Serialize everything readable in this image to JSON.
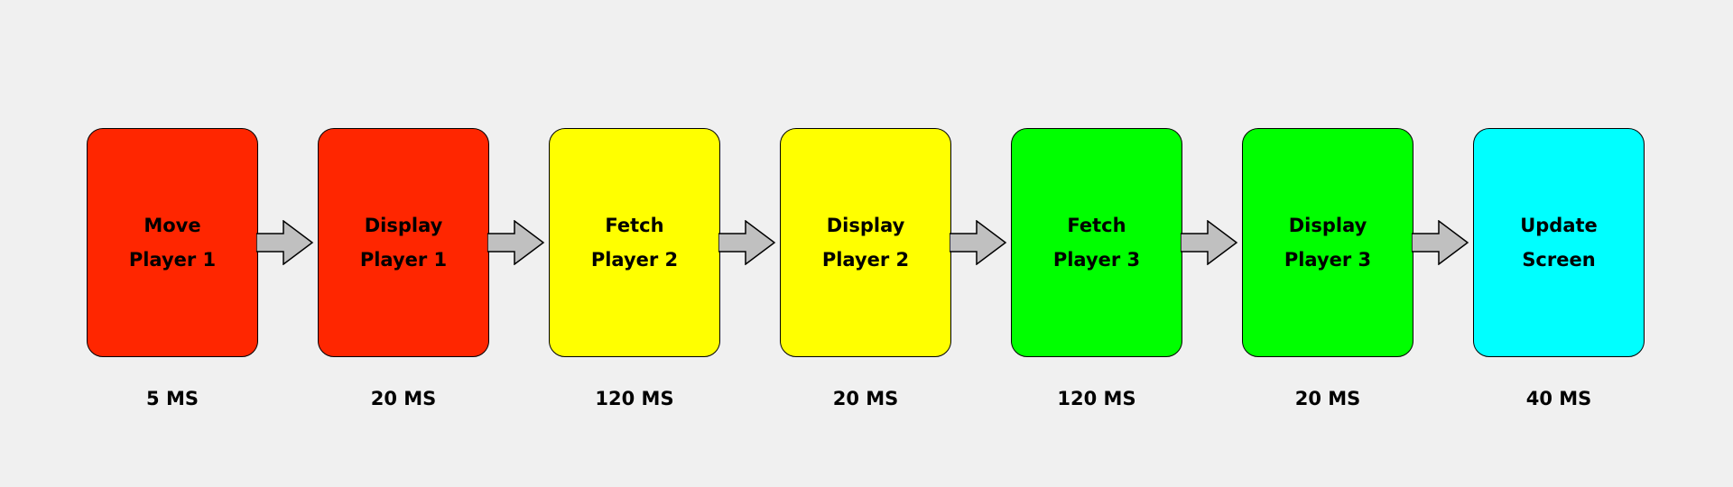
{
  "steps": [
    {
      "id": "move-player-1",
      "lines": [
        "Move",
        "Player 1"
      ],
      "duration": "5 MS",
      "color": "#ff2600"
    },
    {
      "id": "display-player-1",
      "lines": [
        "Display",
        "Player 1"
      ],
      "duration": "20 MS",
      "color": "#ff2600"
    },
    {
      "id": "fetch-player-2",
      "lines": [
        "Fetch",
        "Player 2"
      ],
      "duration": "120 MS",
      "color": "#ffff00"
    },
    {
      "id": "display-player-2",
      "lines": [
        "Display",
        "Player 2"
      ],
      "duration": "20 MS",
      "color": "#ffff00"
    },
    {
      "id": "fetch-player-3",
      "lines": [
        "Fetch",
        "Player 3"
      ],
      "duration": "120 MS",
      "color": "#00ff00"
    },
    {
      "id": "display-player-3",
      "lines": [
        "Display",
        "Player 3"
      ],
      "duration": "20 MS",
      "color": "#00ff00"
    },
    {
      "id": "update-screen",
      "lines": [
        "Update",
        "Screen"
      ],
      "duration": "40 MS",
      "color": "#00ffff"
    }
  ],
  "arrow_color": "#c0c0c0"
}
